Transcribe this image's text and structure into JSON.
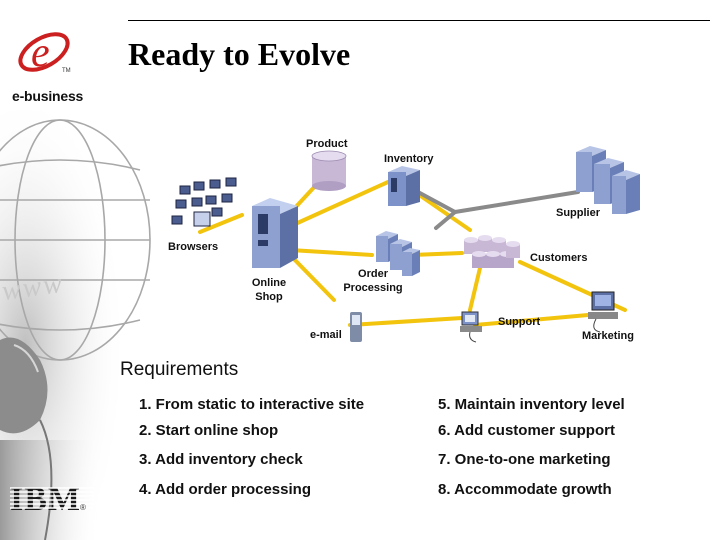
{
  "slide": {
    "title": "Ready to Evolve",
    "logo_text": "e-business",
    "logo_tm": "TM",
    "ibm_logo": "IBM",
    "registered_mark": "®"
  },
  "diagram": {
    "labels": {
      "product": "Product",
      "inventory": "Inventory",
      "supplier": "Supplier",
      "browsers": "Browsers",
      "customers": "Customers",
      "online_shop": [
        "Online",
        "Shop"
      ],
      "order_processing": [
        "Order",
        "Processing"
      ],
      "support": "Support",
      "email": "e-mail",
      "marketing": "Marketing"
    },
    "background_text": "www"
  },
  "requirements": {
    "heading": "Requirements",
    "left": [
      "1. From static to interactive site",
      "2. Start online shop",
      "3. Add inventory check",
      "4. Add order processing"
    ],
    "right": [
      "5. Maintain inventory level",
      "6. Add customer support",
      "7. One-to-one marketing",
      "8. Accommodate growth"
    ]
  },
  "colors": {
    "logo_red": "#cc1f1f",
    "connector_yellow": "#f2c40e",
    "connector_gray": "#8a8a8a",
    "server_blue": "#7d92c9"
  }
}
